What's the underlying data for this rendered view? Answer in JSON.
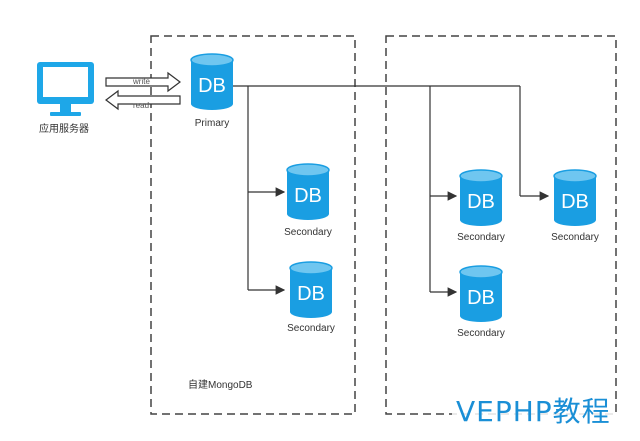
{
  "client": {
    "label": "应用服务器",
    "icon": "monitor-icon"
  },
  "arrows": {
    "write_label": "write",
    "read_label": "read"
  },
  "db_text": "DB",
  "primary": {
    "label": "Primary"
  },
  "left_cluster": {
    "label": "自建MongoDB",
    "secondaries": [
      {
        "label": "Secondary"
      },
      {
        "label": "Secondary"
      }
    ]
  },
  "right_cluster": {
    "label": "",
    "secondaries": [
      {
        "label": "Secondary"
      },
      {
        "label": "Secondary"
      },
      {
        "label": "Secondary"
      }
    ]
  },
  "watermark": "VEPHP教程",
  "colors": {
    "db_fill": "#1a9ee2",
    "db_top": "#6fc6f0",
    "monitor": "#1ea7e8",
    "line": "#333333",
    "dash": "#444444"
  }
}
